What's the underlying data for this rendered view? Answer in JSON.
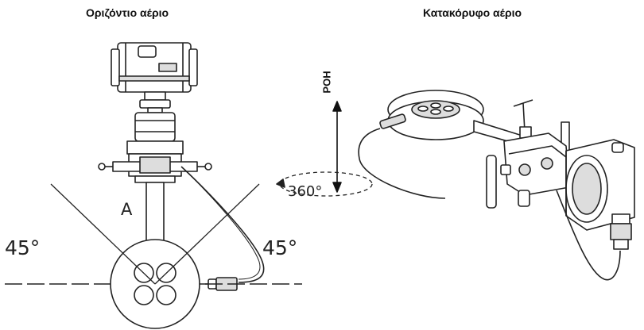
{
  "titles": {
    "left": "Οριζόντιο αέριο",
    "right": "Κατακόρυφο αέριο"
  },
  "labels": {
    "angle_left": "45°",
    "angle_right": "45°",
    "label_a": "A",
    "rotation": "360°",
    "flow": "ΡΟΗ"
  },
  "colors": {
    "line": "#222222",
    "fill": "#ffffff",
    "shade": "#dddddd"
  }
}
